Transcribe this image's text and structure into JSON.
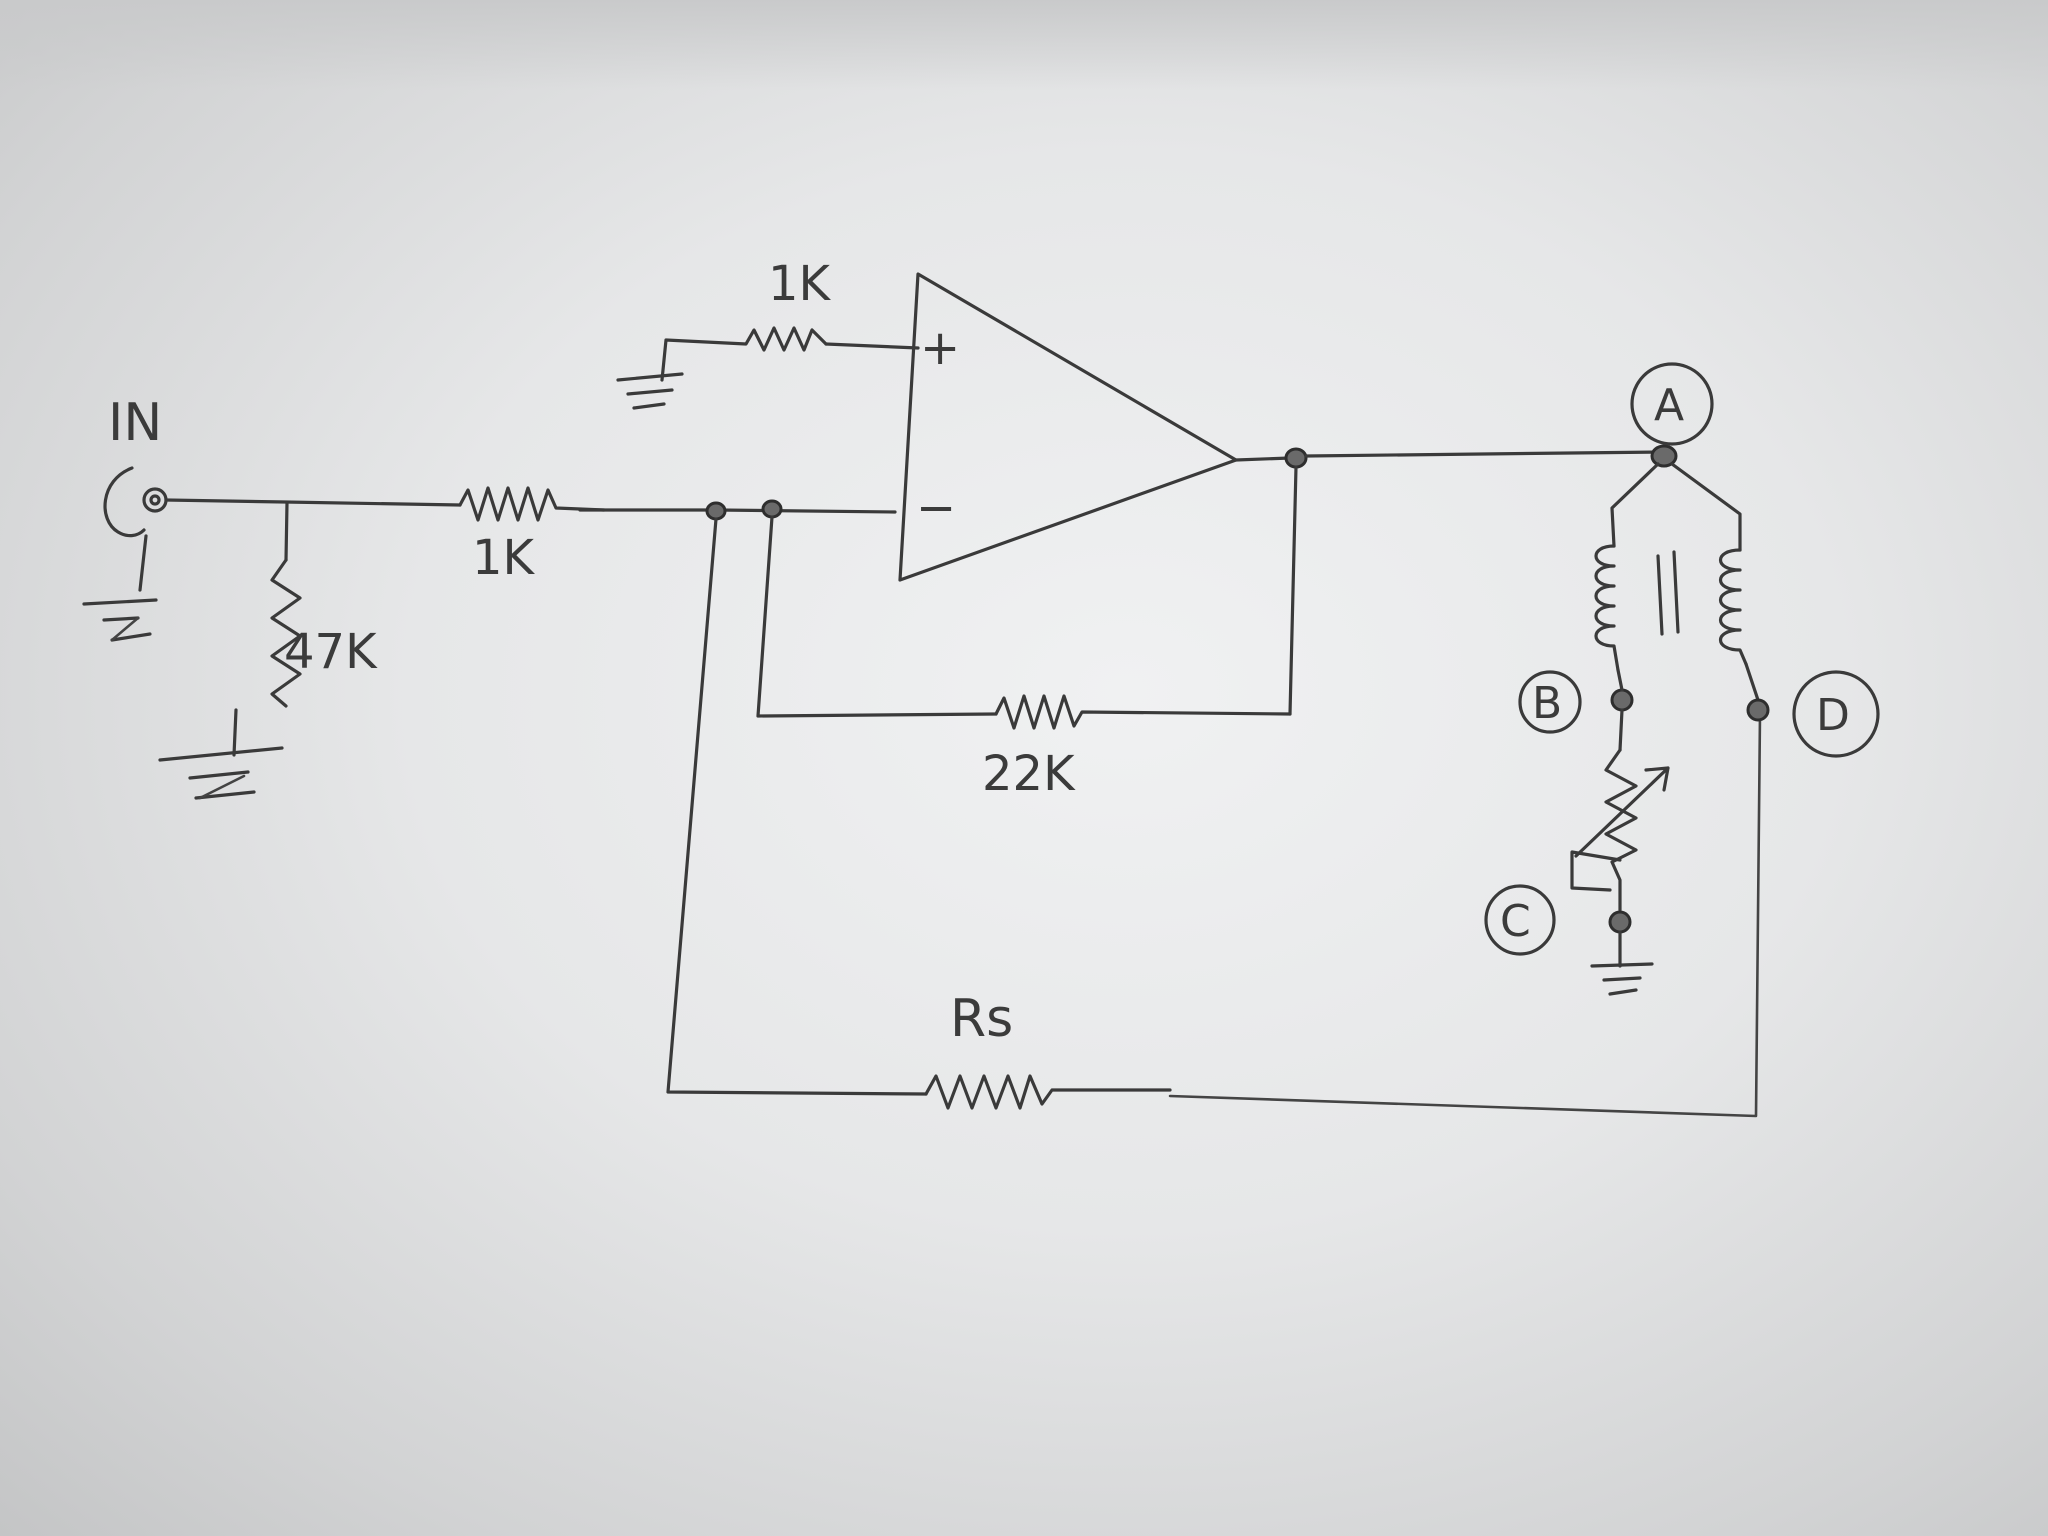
{
  "diagram": {
    "labels": {
      "input": "IN",
      "r_input_shunt": "47K",
      "r_series_in": "1K",
      "r_noninv": "1K",
      "r_feedback": "22K",
      "r_sense": "Rs",
      "op_plus": "+",
      "op_minus": "−"
    },
    "nodes": {
      "a": "A",
      "b": "B",
      "c": "C",
      "d": "D"
    }
  }
}
